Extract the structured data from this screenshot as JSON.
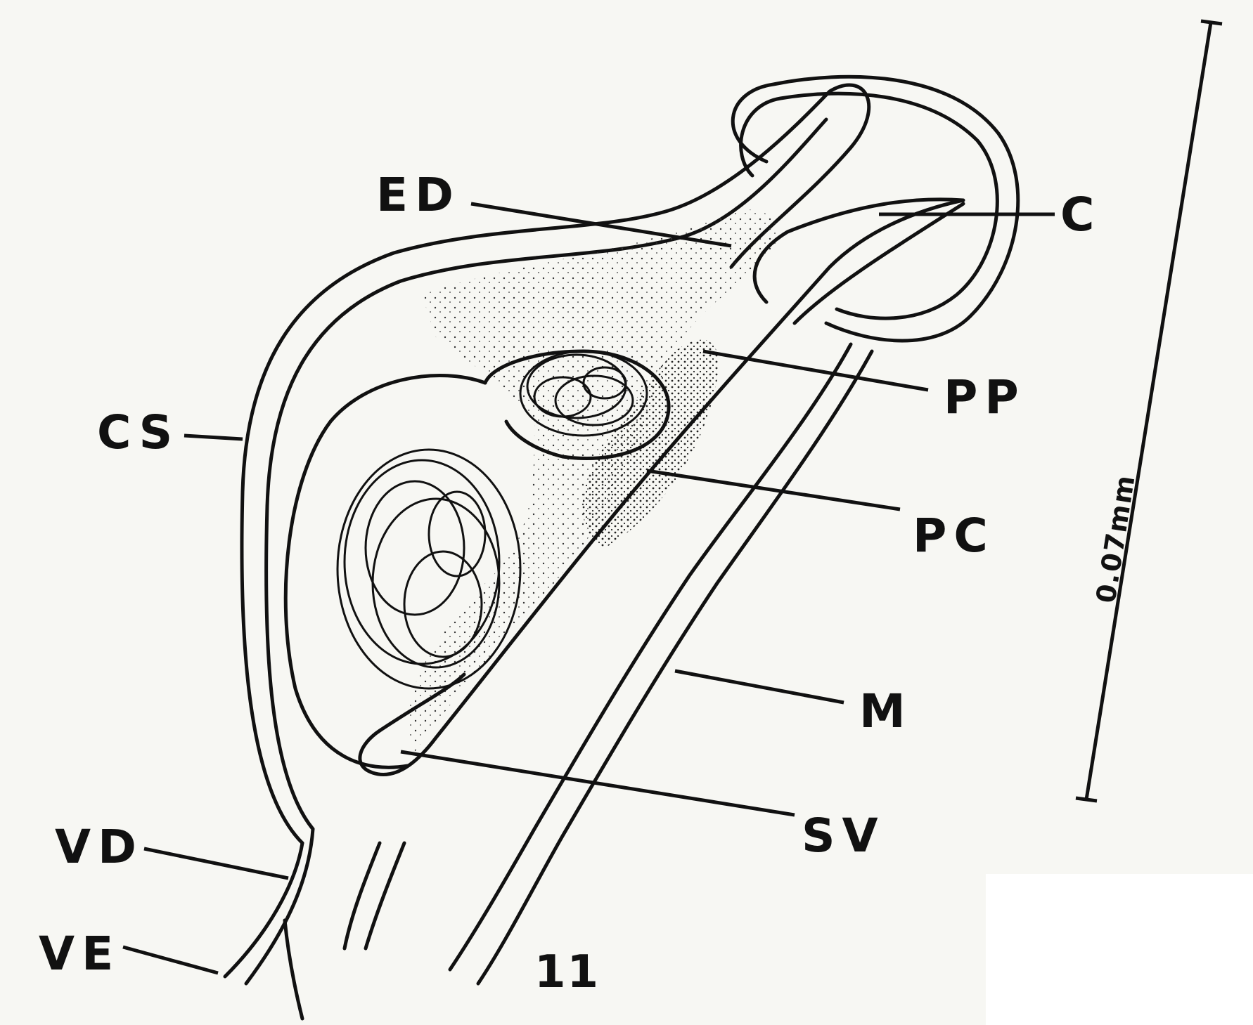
{
  "figure": {
    "number": "11",
    "scale_bar": "0.07mm",
    "labels": {
      "ED": "ED",
      "C": "C",
      "CS": "CS",
      "PP": "PP",
      "PC": "PC",
      "M": "M",
      "SV": "SV",
      "VD": "VD",
      "VE": "VE"
    }
  },
  "colors": {
    "ink": "#111111",
    "paper": "#f7f7f3"
  }
}
